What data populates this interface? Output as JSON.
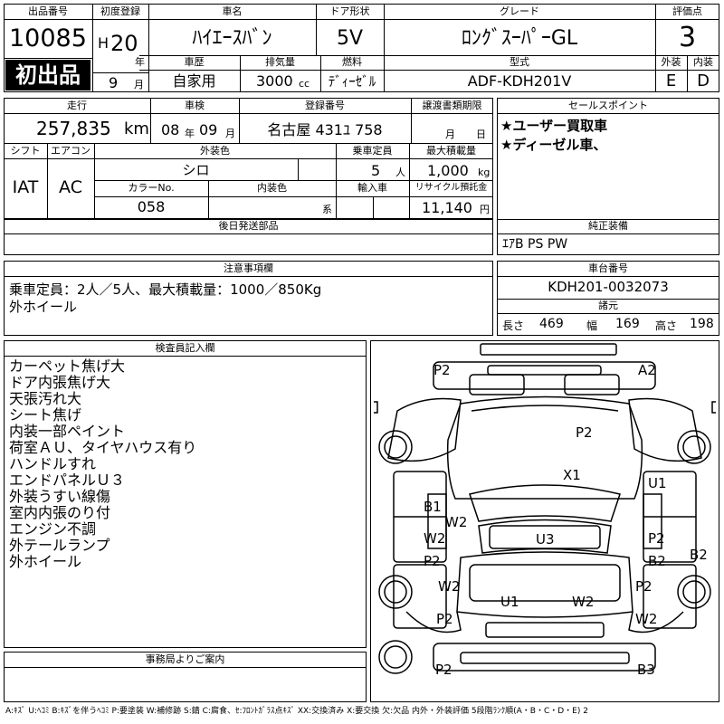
{
  "lot": {
    "label": "出品番号",
    "value": "10085",
    "badge": "初出品"
  },
  "reg": {
    "label": "初度登録",
    "era": "H",
    "year": "20",
    "year_unit": "年",
    "month": "9",
    "month_unit": "月"
  },
  "car_name": {
    "label": "車名",
    "value": "ﾊｲｴｰｽﾊﾞﾝ"
  },
  "door": {
    "label": "ドア形状",
    "value": "5V"
  },
  "grade": {
    "label": "グレード",
    "value": "ﾛﾝｸﾞｽｰﾊﾟｰGL"
  },
  "score": {
    "label": "評価点",
    "value": "3",
    "ext_label": "外装",
    "int_label": "内装",
    "ext_value": "E",
    "int_value": "D"
  },
  "history": {
    "label": "車歴",
    "value": "自家用"
  },
  "displacement": {
    "label": "排気量",
    "value": "3000",
    "unit": "cc"
  },
  "fuel": {
    "label": "燃料",
    "value": "ﾃﾞｨｰｾﾞﾙ"
  },
  "model": {
    "label": "型式",
    "value": "ADF-KDH201V"
  },
  "mileage": {
    "label": "走行",
    "value": "257,835",
    "unit": "km"
  },
  "inspection": {
    "label": "車検",
    "year": "08",
    "year_unit": "年",
    "month": "09",
    "month_unit": "月"
  },
  "plate": {
    "label": "登録番号",
    "value": "名古屋 431ﾕ 758"
  },
  "transfer": {
    "label": "譲渡書類期限",
    "month_unit": "月",
    "day_unit": "日"
  },
  "selling": {
    "label": "セールスポイント",
    "lines": [
      "★ユーザー買取車",
      "★ディーゼル車、"
    ]
  },
  "shift": {
    "label": "シフト",
    "value": "IAT"
  },
  "aircon": {
    "label": "エアコン",
    "value": "AC"
  },
  "exterior_color": {
    "label": "外装色",
    "value": "シロ"
  },
  "capacity": {
    "label": "乗車定員",
    "value": "5",
    "unit": "人"
  },
  "max_load": {
    "label": "最大積載量",
    "value": "1,000",
    "unit": "kg"
  },
  "color_no": {
    "label": "カラーNo.",
    "value": "058"
  },
  "interior_color": {
    "label": "内装色",
    "unit": "系"
  },
  "import": {
    "label": "輸入車"
  },
  "recycle": {
    "label": "リサイクル預託金",
    "value": "11,140",
    "unit": "円"
  },
  "later_parts": {
    "label": "後日発送部品"
  },
  "genuine": {
    "label": "純正装備",
    "value": "ｴｱB PS PW"
  },
  "caution": {
    "label": "注意事項欄",
    "lines": [
      "乗車定員：2人／5人、最大積載量：1000／850Kg",
      "外ホイール"
    ]
  },
  "chassis": {
    "label": "車台番号",
    "value": "KDH201-0032073"
  },
  "specs": {
    "label": "諸元",
    "length_label": "長さ",
    "length": "469",
    "width_label": "幅",
    "width": "169",
    "height_label": "高さ",
    "height": "198"
  },
  "inspector": {
    "label": "検査員記入欄",
    "lines": [
      "カーペット焦げ大",
      "ドア内張焦げ大",
      "天張汚れ大",
      "シート焦げ",
      "内装一部ペイント",
      "荷室ＡＵ、タイヤハウス有り",
      "ハンドルすれ",
      "エンドパネルＵ３",
      "外装うすい線傷",
      "室内内張のり付",
      "エンジン不調",
      "外テールランプ",
      "外ホイール"
    ]
  },
  "office": {
    "label": "事務局よりご案内"
  },
  "diagram_marks": [
    {
      "id": "p2-tl",
      "text": "P2"
    },
    {
      "id": "a2-tr",
      "text": "A2"
    },
    {
      "id": "p2-hood",
      "text": "P2"
    },
    {
      "id": "x1",
      "text": "X1"
    },
    {
      "id": "b1",
      "text": "B1"
    },
    {
      "id": "w2-a",
      "text": "W2"
    },
    {
      "id": "u1-r",
      "text": "U1"
    },
    {
      "id": "w2-b",
      "text": "W2"
    },
    {
      "id": "u3",
      "text": "U3"
    },
    {
      "id": "p2-r1",
      "text": "P2"
    },
    {
      "id": "p2-l",
      "text": "P2"
    },
    {
      "id": "b2-r",
      "text": "B2"
    },
    {
      "id": "b2-far",
      "text": "B2"
    },
    {
      "id": "w2-c",
      "text": "W2"
    },
    {
      "id": "p2-r2",
      "text": "P2"
    },
    {
      "id": "u1-b",
      "text": "U1"
    },
    {
      "id": "w2-d",
      "text": "W2"
    },
    {
      "id": "p2-bl",
      "text": "P2"
    },
    {
      "id": "w2-e",
      "text": "W2"
    },
    {
      "id": "p2-bot",
      "text": "P2"
    },
    {
      "id": "b3",
      "text": "B3"
    }
  ],
  "legend": "A:ｷｽﾞ U:ﾍｺﾐ B:ｷｽﾞを伴うﾍｺﾐ P:要塗装 W:補修跡 S:錆 C:腐食、ｾ:ﾌﾛﾝﾄｶﾞﾗｽ点ｷｽﾞ XX:交換済み X:要交換 欠:欠品 内外・外装評価 5段階ﾗﾝｸ順(A・B・C・D・E) 2"
}
